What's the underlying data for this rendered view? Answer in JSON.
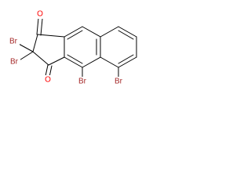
{
  "molecule": {
    "atoms": {
      "o_top": {
        "label": "O",
        "color": "#ff0000"
      },
      "o_bottom": {
        "label": "O",
        "color": "#ff0000"
      },
      "br_1": {
        "label": "Br",
        "color": "#a52a2a"
      },
      "br_2": {
        "label": "Br",
        "color": "#a52a2a"
      },
      "br_3": {
        "label": "Br",
        "color": "#a52a2a"
      },
      "br_4": {
        "label": "Br",
        "color": "#a52a2a"
      }
    },
    "bond_color": "#000000",
    "background": "#ffffff"
  }
}
